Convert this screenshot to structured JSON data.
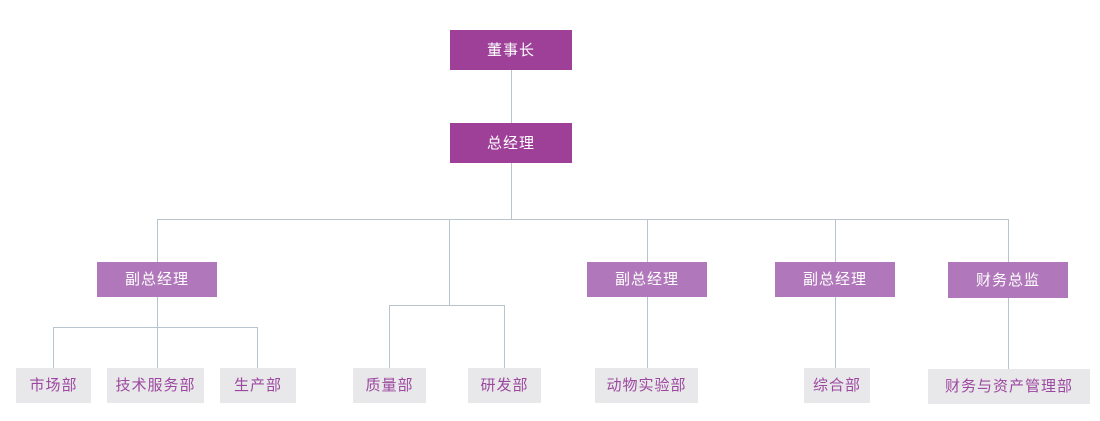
{
  "diagram": {
    "type": "org-chart",
    "language": "zh-CN",
    "colors": {
      "executive_box": "#9e3f98",
      "manager_box": "#b077ba",
      "department_box": "#e8e7e9",
      "department_text": "#9c48a0",
      "executive_text": "#ffffff",
      "connector_line": "#b9c5ce",
      "background": "#ffffff"
    }
  },
  "nodes": {
    "chairman": {
      "label": "董事长",
      "level": 1
    },
    "general_manager": {
      "label": "总经理",
      "level": 2
    },
    "deputy_gm_1": {
      "label": "副总经理",
      "level": 3
    },
    "deputy_gm_2": {
      "label": "副总经理",
      "level": 3
    },
    "deputy_gm_3": {
      "label": "副总经理",
      "level": 3
    },
    "finance_director": {
      "label": "财务总监",
      "level": 3
    },
    "marketing_dept": {
      "label": "市场部",
      "level": 4
    },
    "tech_service_dept": {
      "label": "技术服务部",
      "level": 4
    },
    "production_dept": {
      "label": "生产部",
      "level": 4
    },
    "quality_dept": {
      "label": "质量部",
      "level": 4
    },
    "rnd_dept": {
      "label": "研发部",
      "level": 4
    },
    "animal_lab_dept": {
      "label": "动物实验部",
      "level": 4
    },
    "general_affairs_dept": {
      "label": "综合部",
      "level": 4
    },
    "finance_asset_dept": {
      "label": "财务与资产管理部",
      "level": 4
    }
  },
  "edges": [
    {
      "from": "chairman",
      "to": "general_manager"
    },
    {
      "from": "general_manager",
      "to": "deputy_gm_1"
    },
    {
      "from": "general_manager",
      "to": "quality_dept"
    },
    {
      "from": "general_manager",
      "to": "rnd_dept"
    },
    {
      "from": "general_manager",
      "to": "deputy_gm_2"
    },
    {
      "from": "general_manager",
      "to": "deputy_gm_3"
    },
    {
      "from": "general_manager",
      "to": "finance_director"
    },
    {
      "from": "deputy_gm_1",
      "to": "marketing_dept"
    },
    {
      "from": "deputy_gm_1",
      "to": "tech_service_dept"
    },
    {
      "from": "deputy_gm_1",
      "to": "production_dept"
    },
    {
      "from": "deputy_gm_2",
      "to": "animal_lab_dept"
    },
    {
      "from": "deputy_gm_3",
      "to": "general_affairs_dept"
    },
    {
      "from": "finance_director",
      "to": "finance_asset_dept"
    }
  ]
}
